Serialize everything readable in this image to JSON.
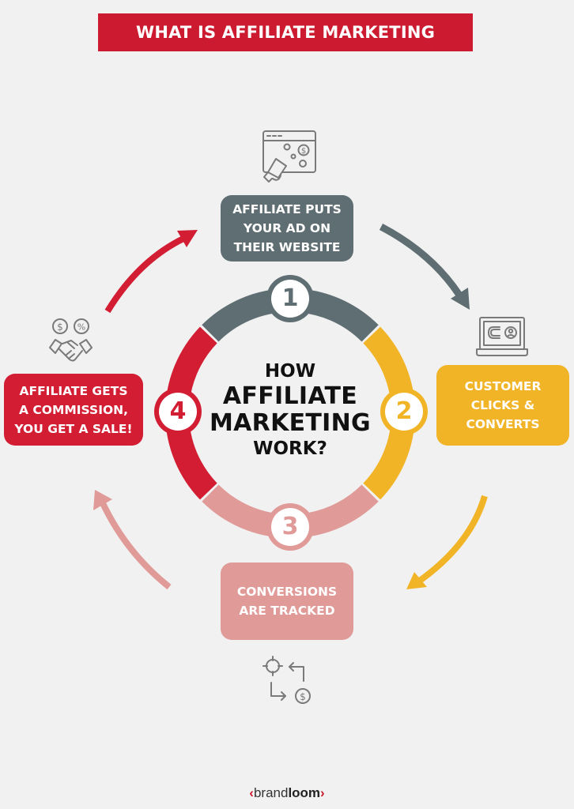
{
  "title": "WHAT IS AFFILIATE MARKETING",
  "center": {
    "line1": "HOW",
    "line2": "AFFILIATE",
    "line3": "MARKETING",
    "line4": "WORK?"
  },
  "steps": [
    {
      "number": "1",
      "lines": [
        "AFFILIATE PUTS",
        "YOUR AD ON",
        "THEIR WEBSITE"
      ],
      "color": "#5f6e72",
      "icon": "megaphone-ad-icon"
    },
    {
      "number": "2",
      "lines": [
        "CUSTOMER",
        "CLICKS &",
        "CONVERTS"
      ],
      "color": "#f1b427",
      "icon": "laptop-magnet-user-icon"
    },
    {
      "number": "3",
      "lines": [
        "CONVERSIONS",
        "ARE TRACKED"
      ],
      "color": "#e09a98",
      "icon": "target-tracking-dollar-icon"
    },
    {
      "number": "4",
      "lines": [
        "AFFILIATE GETS",
        "A COMMISSION,",
        "YOU GET A SALE!"
      ],
      "color": "#d21d33",
      "icon": "handshake-commission-icon"
    }
  ],
  "footer": {
    "logo_left": "‹",
    "logo_brand": "brand",
    "logo_bold": "loom",
    "logo_right": "›"
  },
  "colors": {
    "background": "#f1f1f1",
    "title_bg": "#cc1a30",
    "step1": "#5f6e72",
    "step2": "#f1b427",
    "step3": "#e09a98",
    "step4": "#d21d33"
  }
}
